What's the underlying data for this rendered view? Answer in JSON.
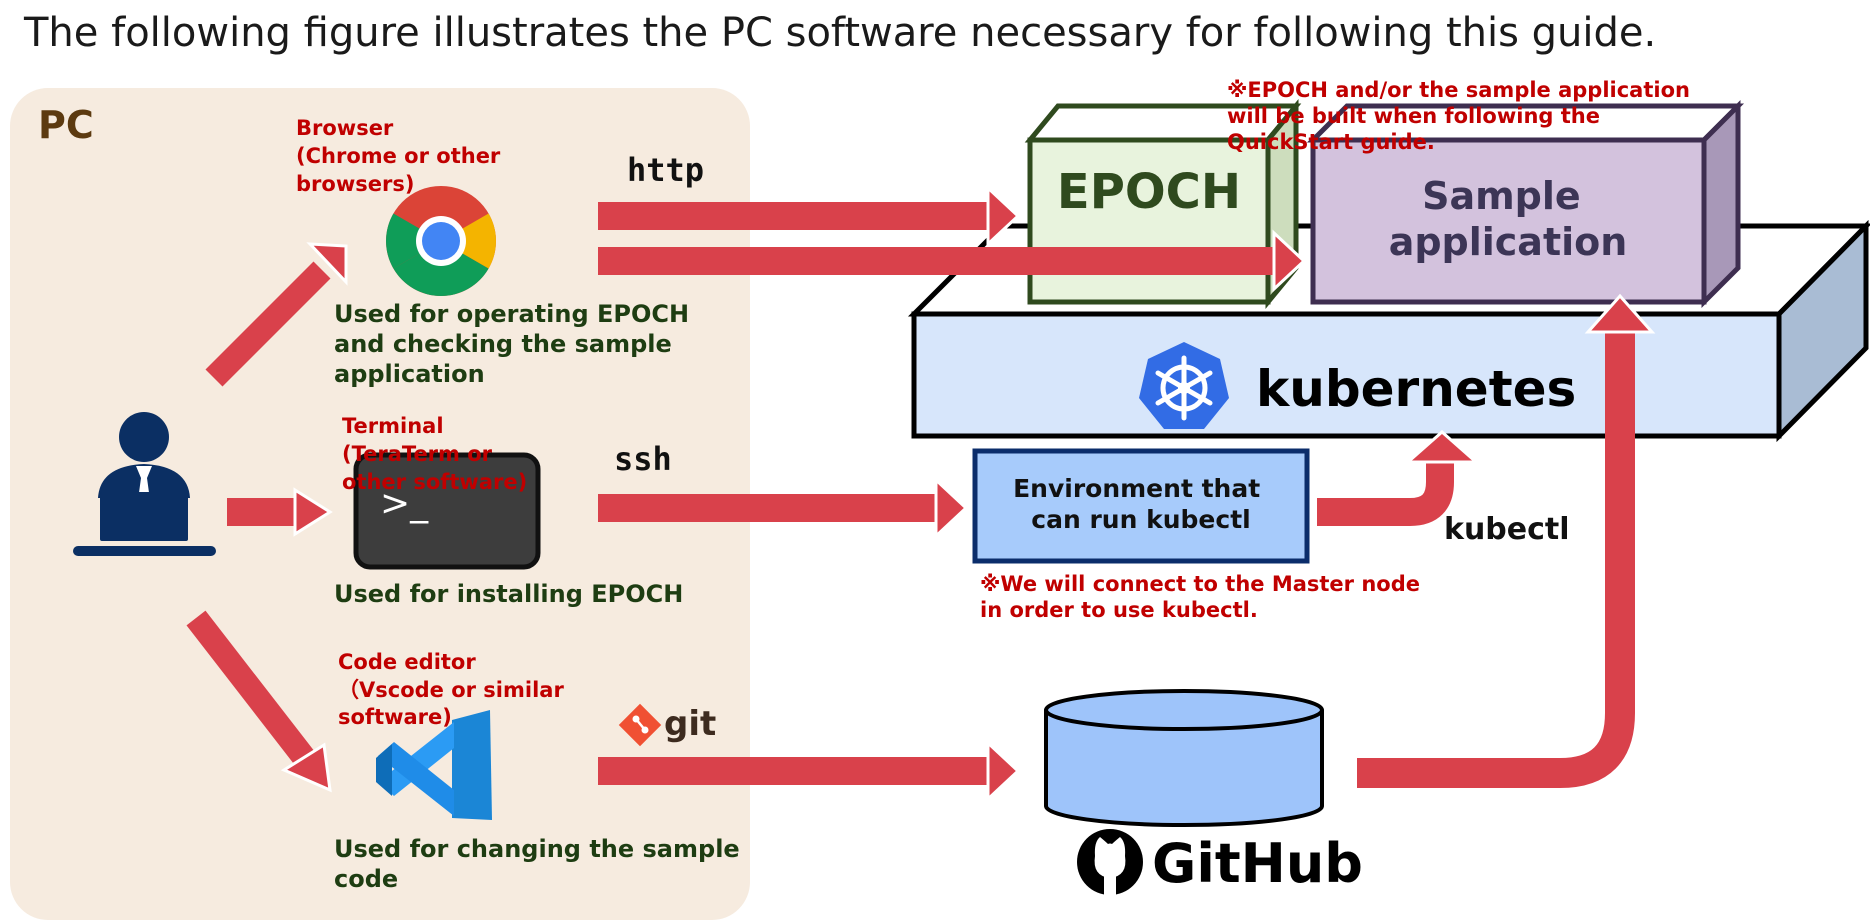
{
  "heading": "The following figure illustrates the PC software necessary for following this guide.",
  "pc_panel": {
    "label": "PC"
  },
  "browser": {
    "title_lines": [
      "Browser",
      "(Chrome or other",
      "browsers)"
    ],
    "usage_lines": [
      "Used for operating EPOCH",
      "and checking the sample",
      "application"
    ]
  },
  "terminal": {
    "title_lines": [
      "Terminal",
      "(TeraTerm or",
      "other software)"
    ],
    "prompt": ">_",
    "usage_lines": [
      "Used for installing EPOCH"
    ]
  },
  "code_editor": {
    "title_lines": [
      "Code editor",
      "（Vscode or similar",
      "software)"
    ],
    "usage_lines": [
      "Used for changing the sample",
      "code"
    ]
  },
  "protocols": {
    "http": "http",
    "ssh": "ssh",
    "git": "git"
  },
  "build_note_lines": [
    "※EPOCH and/or the sample application",
    "will be built when following the",
    "QuickStart guide."
  ],
  "epoch_box": {
    "label": "EPOCH"
  },
  "sample_app_box": {
    "label_lines": [
      "Sample",
      "application"
    ]
  },
  "kubernetes": {
    "label": "kubernetes"
  },
  "kubectl_env": {
    "label_lines": [
      "Environment that",
      "can run kubectl"
    ],
    "note_lines": [
      "※We will connect to the Master node",
      " in order to use kubectl."
    ],
    "arrow_label": "kubectl"
  },
  "github": {
    "label": "GitHub"
  },
  "colors": {
    "arrow": "#d9414b",
    "panel_bg": "#f6ebdf",
    "pc_label": "#5c3a10",
    "epoch_fill": "#e8f3dd",
    "epoch_border": "#2f4a1e",
    "sample_fill": "#d3c2dd",
    "sample_border": "#3e2e50",
    "kube_fill": "#d7e6fb",
    "kube_blue": "#326ce5",
    "env_fill": "#a7cbfb",
    "env_border": "#0b2d6b",
    "db_fill": "#9ec4fa",
    "note_red": "#c00000",
    "usage_green": "#1e3d12",
    "user_navy": "#0b2f63"
  }
}
